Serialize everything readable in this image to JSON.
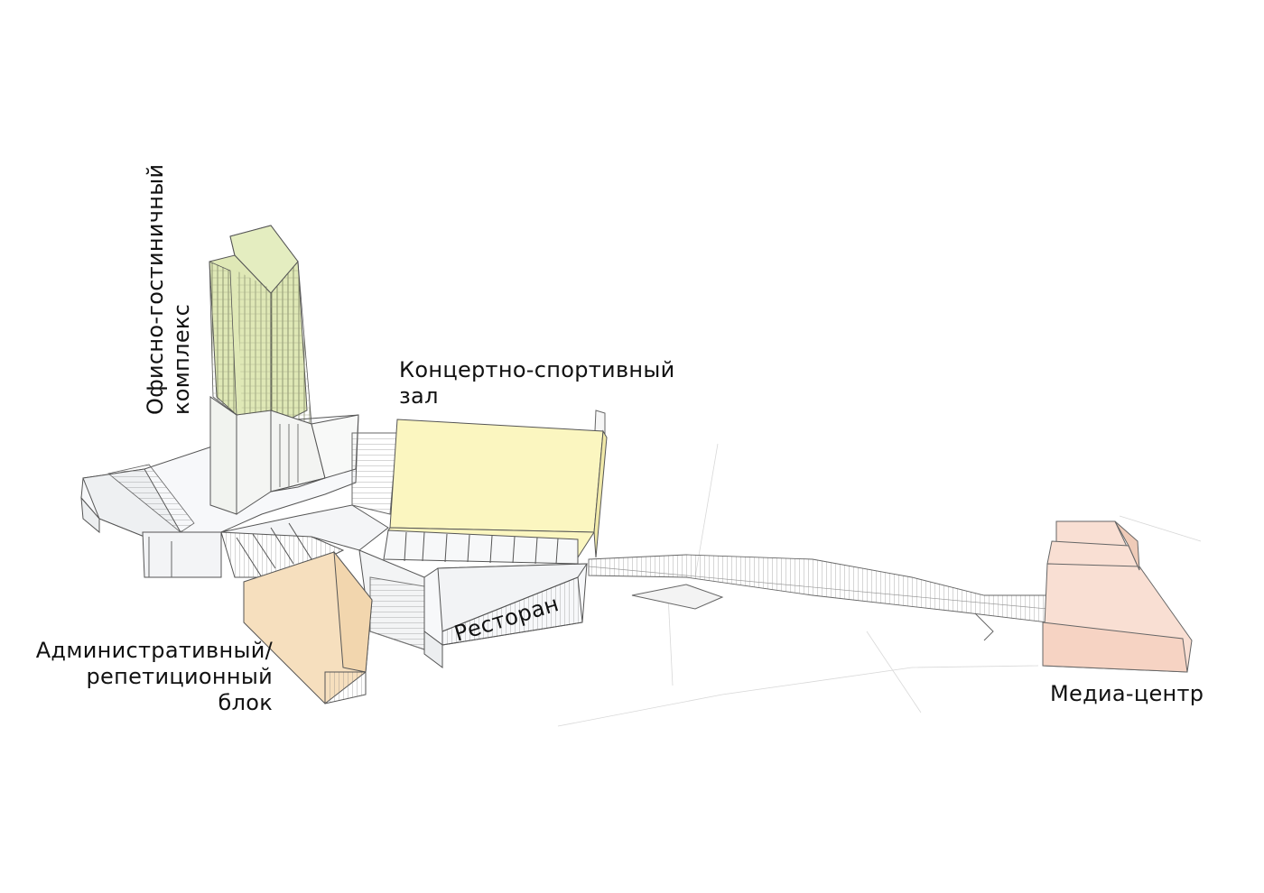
{
  "labels": {
    "office": [
      "Офисно-гостиничный",
      "комплекс"
    ],
    "concert": [
      "Концертно-спортивный",
      "зал"
    ],
    "admin": [
      "Административный/",
      "репетиционный",
      "блок"
    ],
    "restaurant": "Ресторан",
    "media": "Медиа-центр"
  },
  "colors": {
    "office": "#dfe8b6",
    "concert": "#fbf6c0",
    "admin": "#f6dfbe",
    "media": "#f9dfd3",
    "line": "#555555"
  }
}
